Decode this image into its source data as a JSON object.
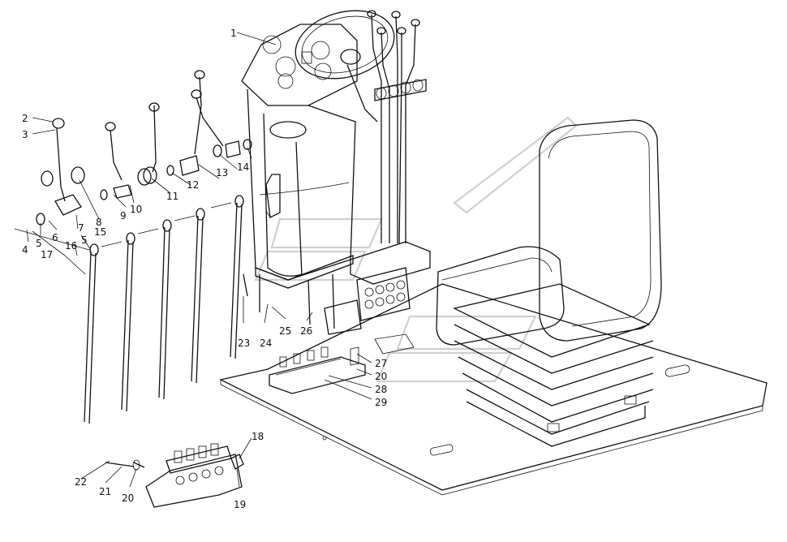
{
  "callouts": [
    "1",
    "2",
    "3",
    "4",
    "5",
    "6",
    "7",
    "8",
    "9",
    "10",
    "11",
    "12",
    "13",
    "14",
    "15",
    "16",
    "17",
    "18",
    "19",
    "20",
    "21",
    "22",
    "23",
    "24",
    "25",
    "26",
    "27",
    "28",
    "29"
  ],
  "labels": {
    "l1": "1",
    "l2": "2",
    "l3": "3",
    "l4": "4",
    "l5a": "5",
    "l5b": "5",
    "l6": "6",
    "l7": "7",
    "l8": "8",
    "l9": "9",
    "l10": "10",
    "l11": "11",
    "l12": "12",
    "l13": "13",
    "l14": "14",
    "l15": "15",
    "l16": "16",
    "l17": "17",
    "l18": "18",
    "l19": "19",
    "l20a": "20",
    "l20b": "20",
    "l21": "21",
    "l22": "22",
    "l23": "23",
    "l24": "24",
    "l25": "25",
    "l26": "26",
    "l27": "27",
    "l28": "28",
    "l29": "29"
  }
}
